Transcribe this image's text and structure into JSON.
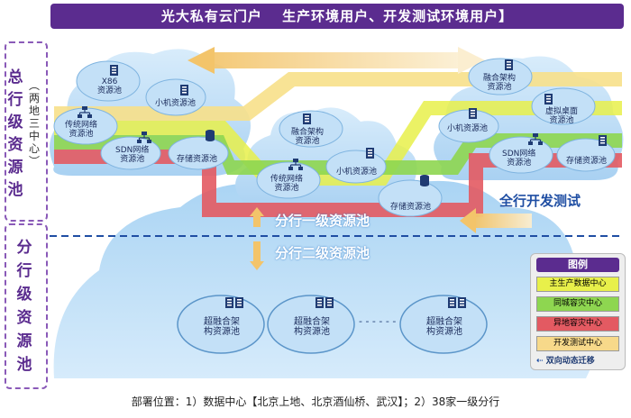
{
  "header": {
    "title": "光大私有云门户　 生产环境用户、开发测试环境用户】"
  },
  "left": {
    "top_title_chars": [
      "总",
      "行",
      "级",
      "资",
      "源",
      "池"
    ],
    "top_sub_chars": [
      "︵",
      "两",
      "地",
      "三",
      "中",
      "心",
      "︶"
    ],
    "bottom_title_chars": [
      "分",
      "行",
      "级",
      "资",
      "源",
      "池"
    ]
  },
  "hq_left": {
    "x86": "X86\n资源池",
    "minicomputer": "小机资源池",
    "traditional_net": "传统网络\n资源池",
    "sdn": "SDN网络\n资源池",
    "storage": "存储资源池"
  },
  "hq_center": {
    "converged": "融合架构\n资源池",
    "traditional_net": "传统网络\n资源池",
    "minicomputer": "小机资源池",
    "storage": "存储资源池"
  },
  "hq_right": {
    "converged": "融合架构\n资源池",
    "virtual_desktop": "虚拟桌面\n资源池",
    "minicomputer": "小机资源池",
    "sdn": "SDN网络\n资源池",
    "storage": "存储资源池"
  },
  "branch": {
    "tier1": "分行一级资源池",
    "tier2": "分行二级资源池",
    "pools": [
      "超融合架\n构资源池",
      "超融合架\n构资源池",
      "超融合架\n构资源池"
    ],
    "ellipsis": "- - - - - -"
  },
  "labels": {
    "full_test": "全行开发测试"
  },
  "legend": {
    "title": "图例",
    "items": [
      {
        "label": "主生产数据中心",
        "color": "#c8e45a"
      },
      {
        "label": "同城容灾中心",
        "color": "#8fd14f"
      },
      {
        "label": "异地容灾中心",
        "color": "#e45a5a"
      },
      {
        "label": "开发测试中心",
        "color": "#f7d98a"
      }
    ],
    "migration": "双向动态迁移"
  },
  "footer": "部署位置：1）数据中心【北京上地、北京酒仙桥、武汉】；2）38家一级分行"
}
